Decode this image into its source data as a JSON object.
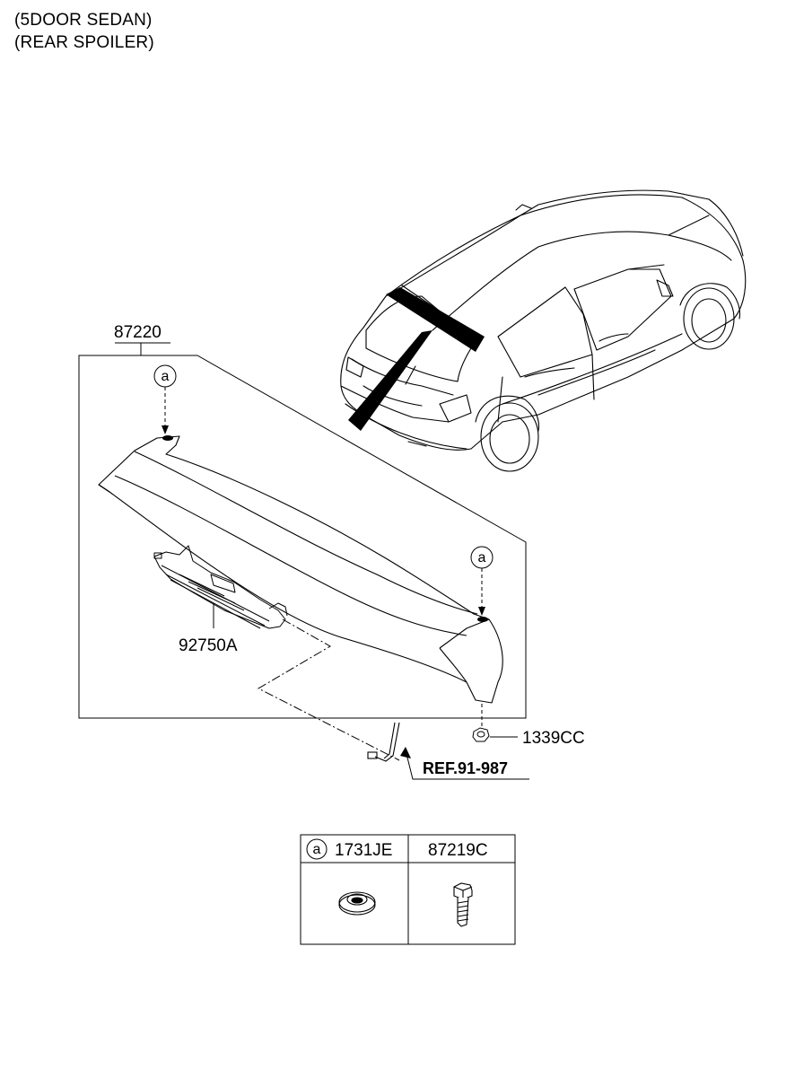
{
  "header": {
    "line1": "(5DOOR SEDAN)",
    "line2": "(REAR SPOILER)"
  },
  "callouts": {
    "spoiler_assembly": "87220",
    "stop_lamp": "92750A",
    "nut": "1339CC",
    "reference": "REF.91-987",
    "marker_letter": "a"
  },
  "parts_table": {
    "columns": [
      {
        "marker": "a",
        "part_no": "1731JE",
        "icon": "grommet-icon"
      },
      {
        "marker": "",
        "part_no": "87219C",
        "icon": "bolt-icon"
      }
    ]
  }
}
